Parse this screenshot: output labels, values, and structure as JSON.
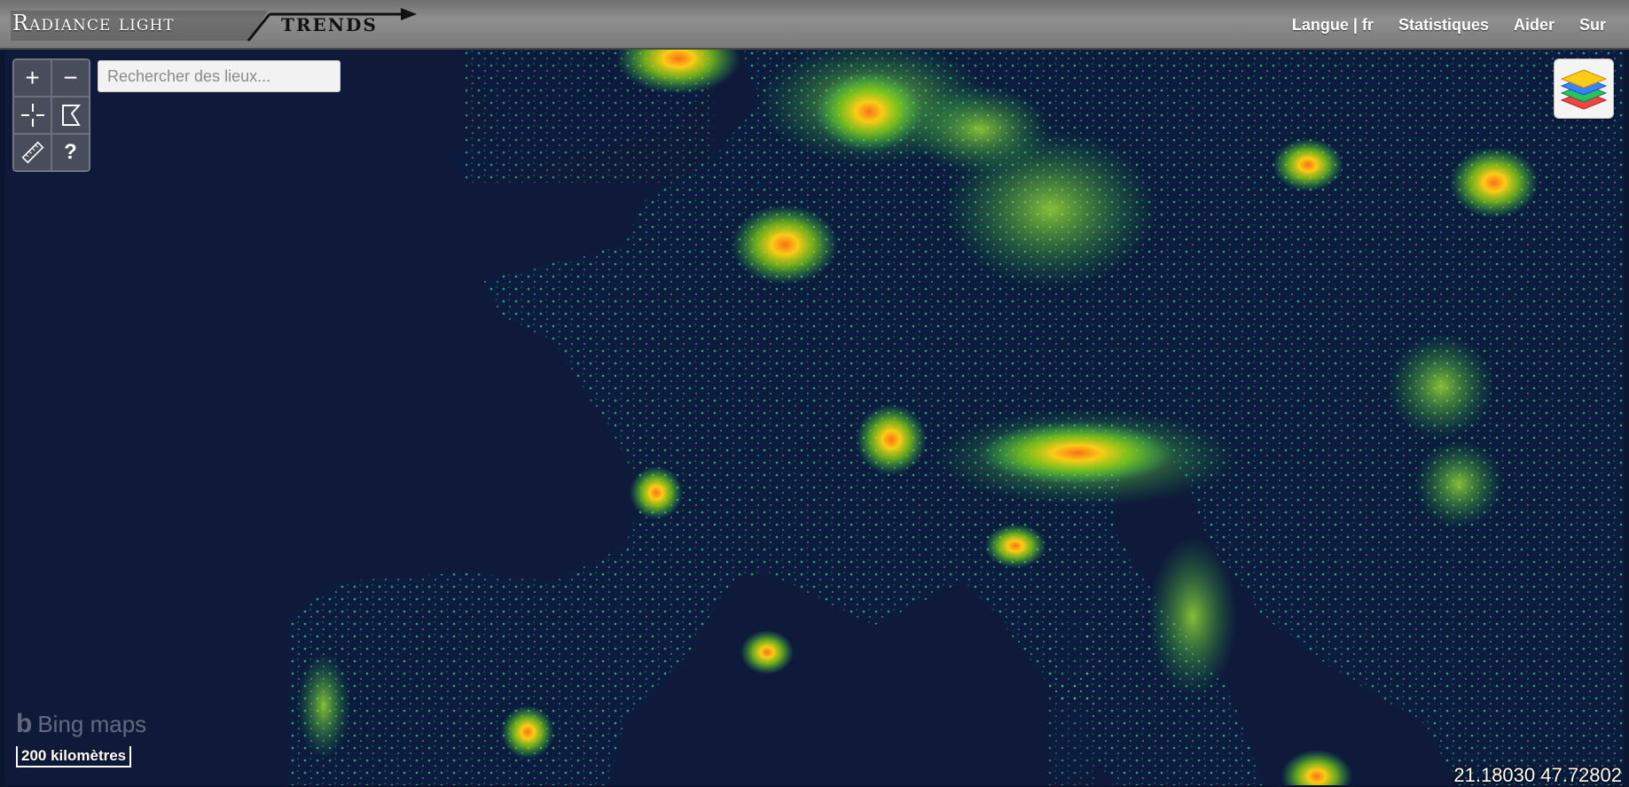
{
  "header": {
    "logo_left": "Radiance light",
    "logo_right": "TRENDS",
    "nav": {
      "language": "Langue | fr",
      "stats": "Statistiques",
      "help": "Aider",
      "about": "Sur"
    }
  },
  "search": {
    "placeholder": "Rechercher des lieux..."
  },
  "controls": {
    "zoom_in": "+",
    "zoom_out": "−",
    "help": "?"
  },
  "attribution": {
    "provider": "Bing maps",
    "icon": "b"
  },
  "scale": {
    "label": "200 kilomètres"
  },
  "coordinates": "21.18030 47.72802",
  "colors": {
    "sea": "#0f1a3a",
    "land_dark": "#0b1a3c",
    "light_low": "#22c55e",
    "light_mid": "#a3e635",
    "light_high": "#facc15",
    "light_peak": "#f97316"
  }
}
